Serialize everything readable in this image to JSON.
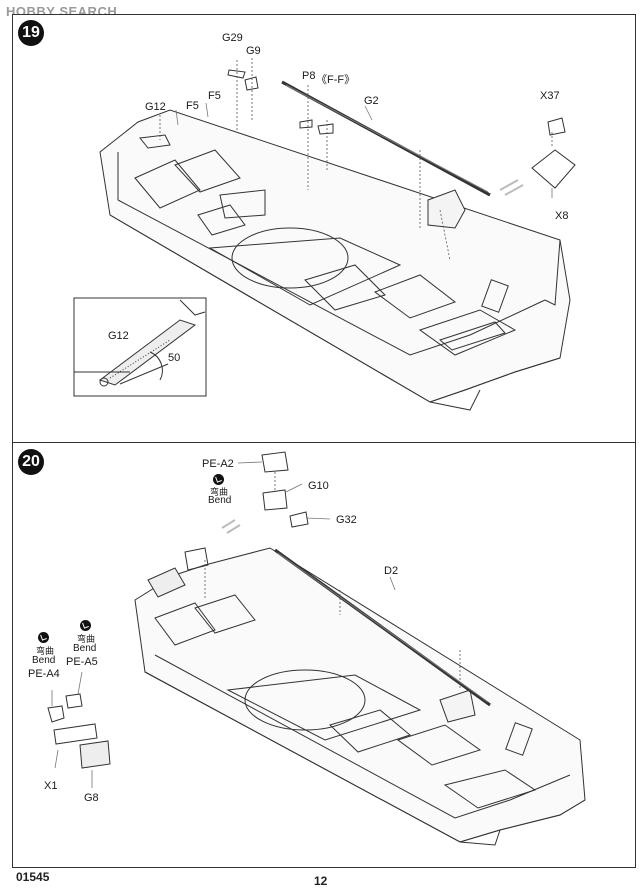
{
  "watermark": "HOBBY SEARCH",
  "steps": [
    {
      "number": "19",
      "labels": {
        "g29": "G29",
        "g9": "G9",
        "p8": "P8",
        "ff": "《F-F》",
        "g2": "G2",
        "x37": "X37",
        "g12": "G12",
        "f5a": "F5",
        "f5b": "F5",
        "x8": "X8",
        "detail_g12": "G12",
        "angle": "50"
      }
    },
    {
      "number": "20",
      "labels": {
        "pea2": "PE-A2",
        "bend_cn": "弯曲",
        "bend": "Bend",
        "g10": "G10",
        "g32": "G32",
        "d2": "D2",
        "bend_cn_l1": "弯曲",
        "bend_l1": "Bend",
        "bend_cn_l2": "弯曲",
        "bend_l2": "Bend",
        "pea5": "PE-A5",
        "pea4": "PE-A4",
        "x1": "X1",
        "g8": "G8"
      }
    }
  ],
  "footer": {
    "code": "01545",
    "page": "12"
  }
}
